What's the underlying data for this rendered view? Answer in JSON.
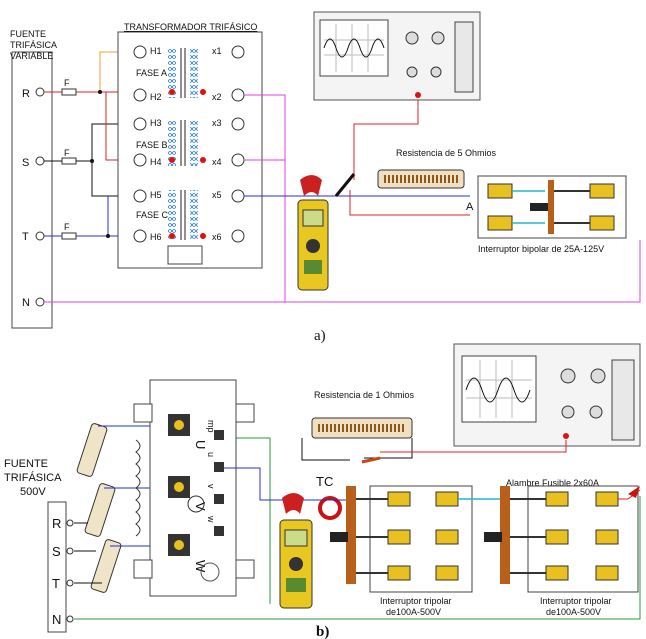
{
  "diagram_a": {
    "source_title": [
      "FUENTE",
      "TRIFÁSICA",
      "VARIABLE"
    ],
    "phases": [
      "R",
      "S",
      "T",
      "N"
    ],
    "fuse_label": "F",
    "transformer_title": "TRANSFORMADOR TRIFÁSICO",
    "phase_labels": [
      "FASE A",
      "FASE B",
      "FASE C"
    ],
    "primary_terminals": [
      "H1",
      "H2",
      "H3",
      "H4",
      "H5",
      "H6"
    ],
    "secondary_terminals": [
      "x1",
      "x2",
      "x3",
      "x4",
      "x5",
      "x6"
    ],
    "resistor_label": "Resistencia de 5 Ohmios",
    "switch_label": "Interruptor bipolar de 25A-125V",
    "node_label": "A",
    "caption": "a)"
  },
  "diagram_b": {
    "source_title": [
      "FUENTE",
      "TRIFÁSICA",
      "500V"
    ],
    "phases": [
      "R",
      "S",
      "T",
      "N"
    ],
    "machine_terminals_left": [
      "U",
      "V",
      "W"
    ],
    "machine_terminals_right": [
      "mp",
      "u",
      "v",
      "w"
    ],
    "resistor_label": "Resistencia de 1 Ohmios",
    "tc_label": "TC",
    "fuse_wire_label": "Alambre Fusible 2x60A",
    "switch1_label": [
      "Interruptor tripolar",
      "de100A-500V"
    ],
    "switch2_label": [
      "Interruptor tripolar",
      "de100A-500V"
    ],
    "caption": "b)"
  },
  "colors": {
    "red_wire": "#e02020",
    "blue_wire": "#2030d0",
    "magenta_wire": "#e040e0",
    "orange_wire": "#f0a030",
    "green_wire": "#2a9a40",
    "cyan_wire": "#20b8c8",
    "meter_yellow": "#e8c820",
    "meter_red": "#cc2020",
    "wood": "#b8601a"
  },
  "icons": [
    "oscilloscope-icon",
    "clamp-meter-icon",
    "resistor-icon",
    "switch-icon",
    "fuse-icon",
    "current-transformer-icon",
    "motor-icon"
  ]
}
